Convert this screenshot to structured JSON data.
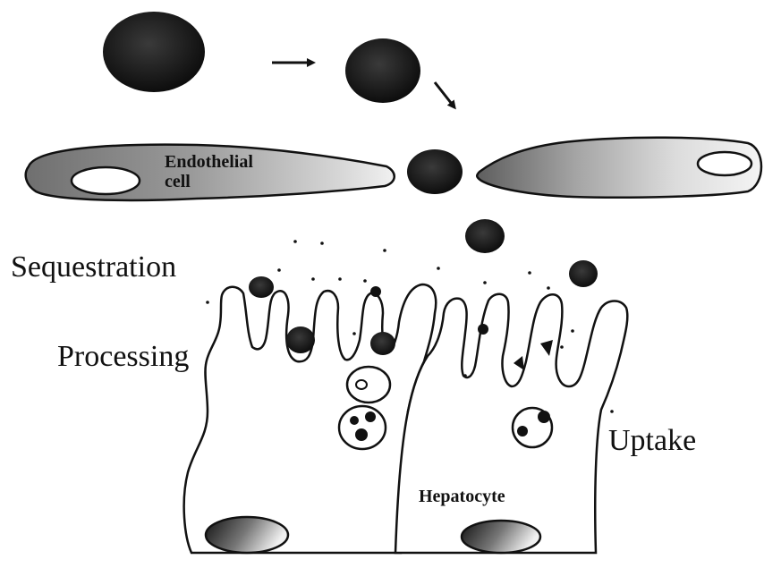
{
  "labels": {
    "sequestration": "Sequestration",
    "processing": "Processing",
    "uptake": "Uptake",
    "endothelial_line1": "Endothelial",
    "endothelial_line2": "cell",
    "hepatocyte": "Hepatocyte"
  },
  "colors": {
    "ink": "#111111",
    "particle": "#1a1a1a",
    "background": "#ffffff",
    "endothelium_shade": "#8a8a8a"
  },
  "icons": [
    "arrow-right-icon",
    "arrow-down-right-icon"
  ]
}
